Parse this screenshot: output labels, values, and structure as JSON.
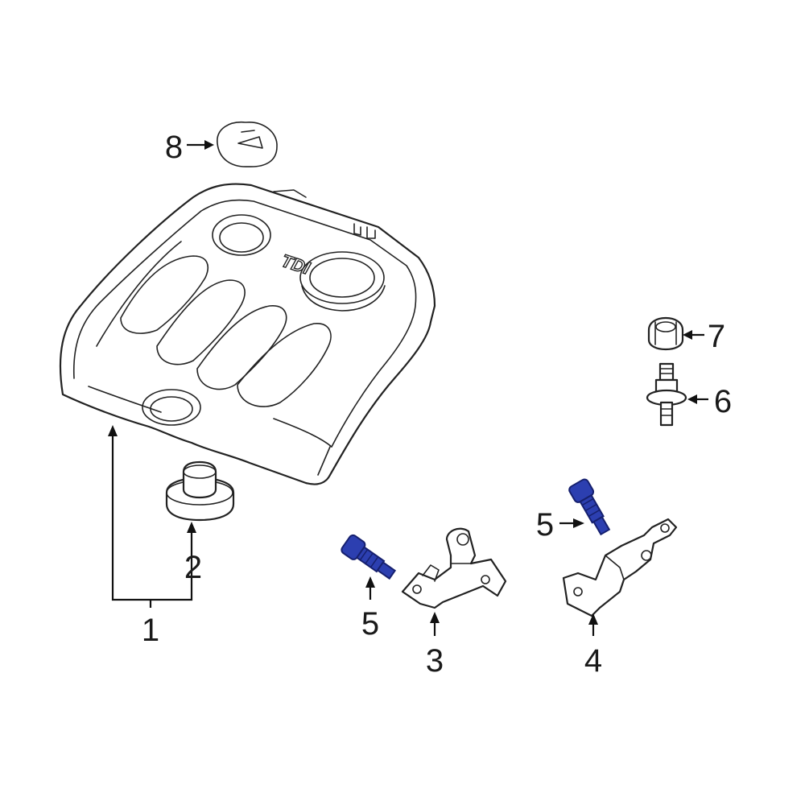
{
  "callouts": {
    "c1": "1",
    "c2": "2",
    "c3": "3",
    "c4": "4",
    "c5a": "5",
    "c5b": "5",
    "c6": "6",
    "c7": "7",
    "c8": "8"
  },
  "emboss_text": "TDI",
  "colors": {
    "highlight_part": "#2c3fb0",
    "highlight_dark": "#16206e",
    "line": "#222222"
  }
}
